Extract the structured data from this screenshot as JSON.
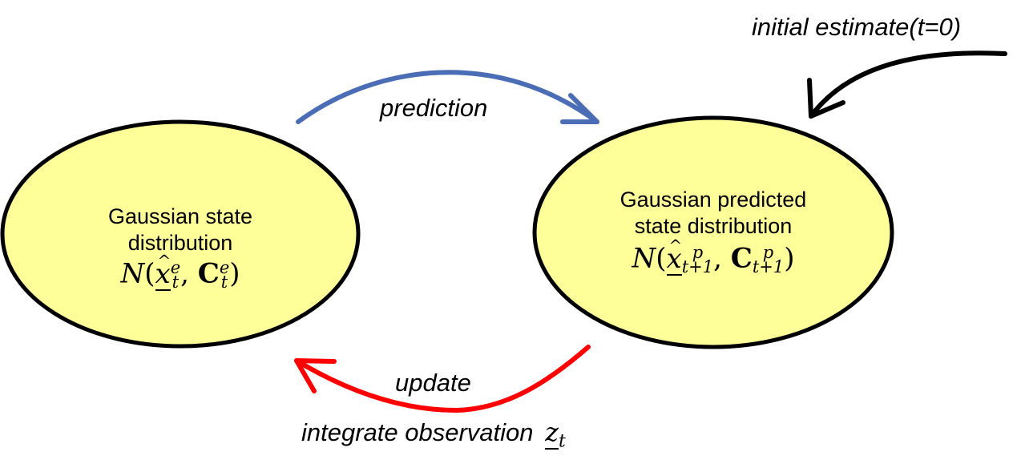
{
  "nodes": {
    "state": {
      "line1": "Gaussian state",
      "line2": "distribution",
      "formula": {
        "fn": "N",
        "open": "(",
        "var": "x",
        "var_sup": "e",
        "var_sub": "t",
        "sep": ",",
        "cov": "C",
        "cov_sup": "e",
        "cov_sub": "t",
        "close": ")"
      }
    },
    "predicted": {
      "line1": "Gaussian predicted",
      "line2": "state distribution",
      "formula": {
        "fn": "N",
        "open": "(",
        "var": "x",
        "var_sup": "p",
        "var_sub": "t+1",
        "sep": ",",
        "cov": "C",
        "cov_sup": "p",
        "cov_sub": "t+1",
        "close": ")"
      }
    }
  },
  "edges": {
    "prediction": {
      "label": "prediction",
      "color": "#4a6db5"
    },
    "update": {
      "label": "update",
      "sublabel": "integrate observation",
      "obs_var": "z",
      "obs_sub": "t",
      "color": "#ff0000"
    },
    "initial": {
      "label": "initial estimate(t=0)",
      "color": "#000000"
    }
  },
  "colors": {
    "node_fill": "#ffff99",
    "node_stroke": "#000000"
  }
}
